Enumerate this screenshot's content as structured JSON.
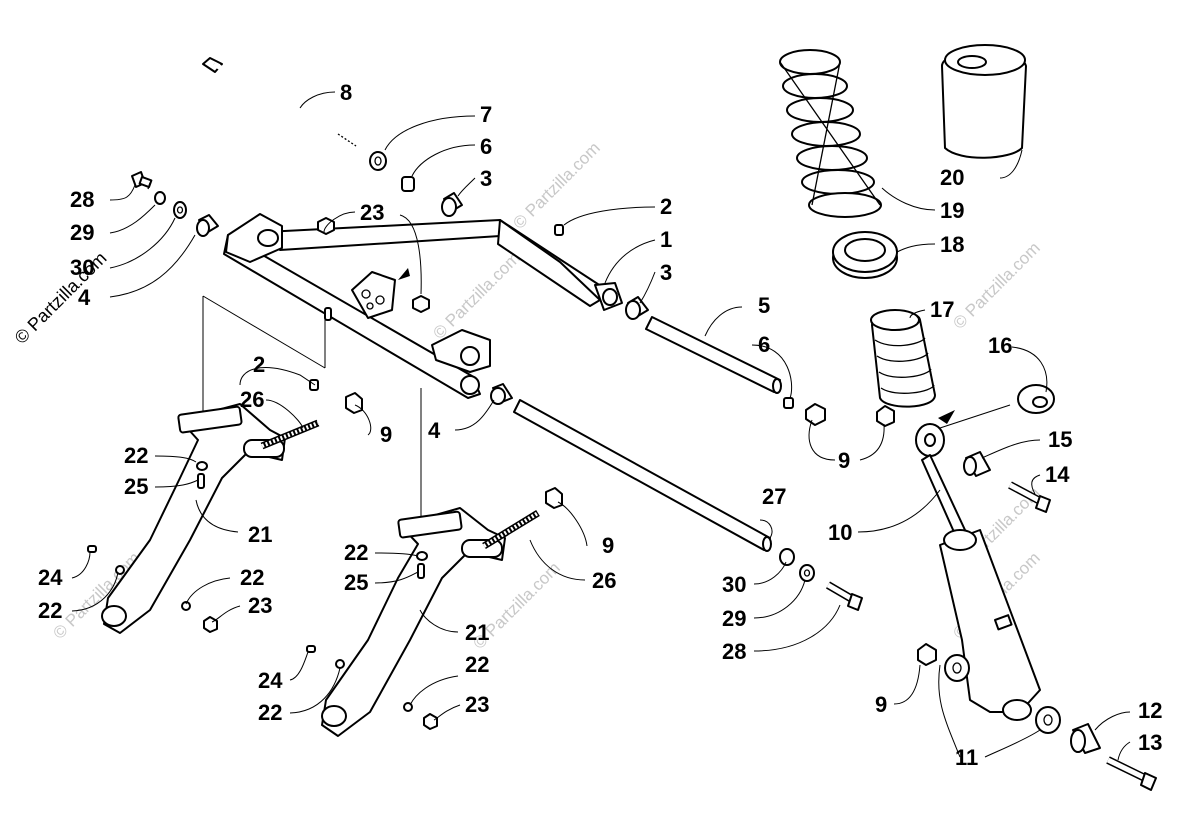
{
  "watermark": {
    "copyright": "© Partzilla.com",
    "faint": "© Partzilla.com"
  },
  "callouts": [
    {
      "id": "c8",
      "label": "8"
    },
    {
      "id": "c7",
      "label": "7"
    },
    {
      "id": "c6a",
      "label": "6"
    },
    {
      "id": "c3a",
      "label": "3"
    },
    {
      "id": "c2a",
      "label": "2"
    },
    {
      "id": "c23a",
      "label": "23"
    },
    {
      "id": "c1",
      "label": "1"
    },
    {
      "id": "c3b",
      "label": "3"
    },
    {
      "id": "c28a",
      "label": "28"
    },
    {
      "id": "c29a",
      "label": "29"
    },
    {
      "id": "c30a",
      "label": "30"
    },
    {
      "id": "c4a",
      "label": "4"
    },
    {
      "id": "c5",
      "label": "5"
    },
    {
      "id": "c6b",
      "label": "6"
    },
    {
      "id": "c2b",
      "label": "2"
    },
    {
      "id": "c26a",
      "label": "26"
    },
    {
      "id": "c9a",
      "label": "9"
    },
    {
      "id": "c4b",
      "label": "4"
    },
    {
      "id": "c9b",
      "label": "9"
    },
    {
      "id": "c22a",
      "label": "22"
    },
    {
      "id": "c25a",
      "label": "25"
    },
    {
      "id": "c21a",
      "label": "21"
    },
    {
      "id": "c24a",
      "label": "24"
    },
    {
      "id": "c22b",
      "label": "22"
    },
    {
      "id": "c22c",
      "label": "22"
    },
    {
      "id": "c23b",
      "label": "23"
    },
    {
      "id": "c22d",
      "label": "22"
    },
    {
      "id": "c25b",
      "label": "25"
    },
    {
      "id": "c9c",
      "label": "9"
    },
    {
      "id": "c26b",
      "label": "26"
    },
    {
      "id": "c27",
      "label": "27"
    },
    {
      "id": "c30b",
      "label": "30"
    },
    {
      "id": "c29b",
      "label": "29"
    },
    {
      "id": "c28b",
      "label": "28"
    },
    {
      "id": "c21b",
      "label": "21"
    },
    {
      "id": "c24b",
      "label": "24"
    },
    {
      "id": "c22e",
      "label": "22"
    },
    {
      "id": "c22f",
      "label": "22"
    },
    {
      "id": "c23c",
      "label": "23"
    },
    {
      "id": "c20",
      "label": "20"
    },
    {
      "id": "c19",
      "label": "19"
    },
    {
      "id": "c18",
      "label": "18"
    },
    {
      "id": "c17",
      "label": "17"
    },
    {
      "id": "c16",
      "label": "16"
    },
    {
      "id": "c15",
      "label": "15"
    },
    {
      "id": "c14",
      "label": "14"
    },
    {
      "id": "c10",
      "label": "10"
    },
    {
      "id": "c9d",
      "label": "9"
    },
    {
      "id": "c12",
      "label": "12"
    },
    {
      "id": "c13",
      "label": "13"
    },
    {
      "id": "c11",
      "label": "11"
    }
  ]
}
